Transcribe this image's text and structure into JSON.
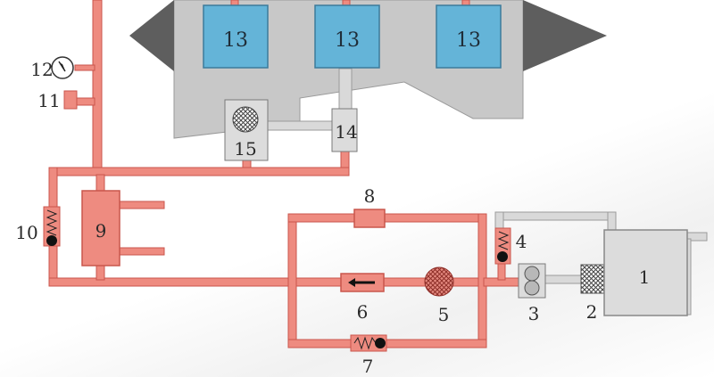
{
  "diagram": {
    "labels": {
      "c1": "1",
      "c2": "2",
      "c3": "3",
      "c4": "4",
      "c5": "5",
      "c6": "6",
      "c7": "7",
      "c8": "8",
      "c9": "9",
      "c10": "10",
      "c11": "11",
      "c12": "12",
      "c13": "13",
      "c14": "14",
      "c15": "15"
    },
    "colors": {
      "pipe_red": "#ee8b80",
      "pipe_red_edge": "#c9564c",
      "pipe_gray": "#d9d9d9",
      "pipe_gray_edge": "#9a9a9a",
      "engine_block": "#c8c8c8",
      "cylinder_blue": "#64b4d8",
      "tank": "#dcdcdc"
    }
  }
}
